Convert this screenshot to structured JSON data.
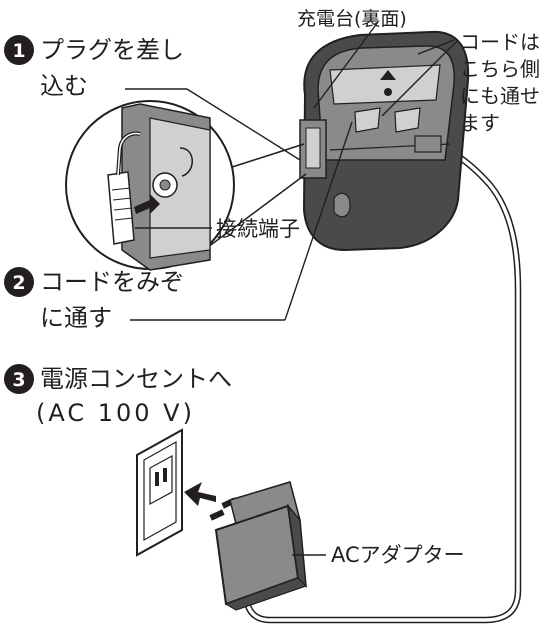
{
  "labels": {
    "charger_rear": "充電台(裏面)",
    "cord_side_line1": "コードは",
    "cord_side_line2": "こちら側",
    "cord_side_line3": "にも通せ",
    "cord_side_line4": "ます",
    "terminal": "接続端子",
    "ac_adapter": "ACアダプター"
  },
  "steps": [
    {
      "number": "1",
      "line1": "プラグを差し",
      "line2": "込む"
    },
    {
      "number": "2",
      "line1": "コードをみぞ",
      "line2": "に通す"
    },
    {
      "number": "3",
      "line1": "電源コンセントへ",
      "line2": "(AC 100 V)"
    }
  ],
  "colors": {
    "ink": "#231f20",
    "device_dark": "#4a4a4a",
    "device_mid": "#8a8a8a",
    "device_light": "#d0d0d0",
    "background": "#ffffff"
  }
}
